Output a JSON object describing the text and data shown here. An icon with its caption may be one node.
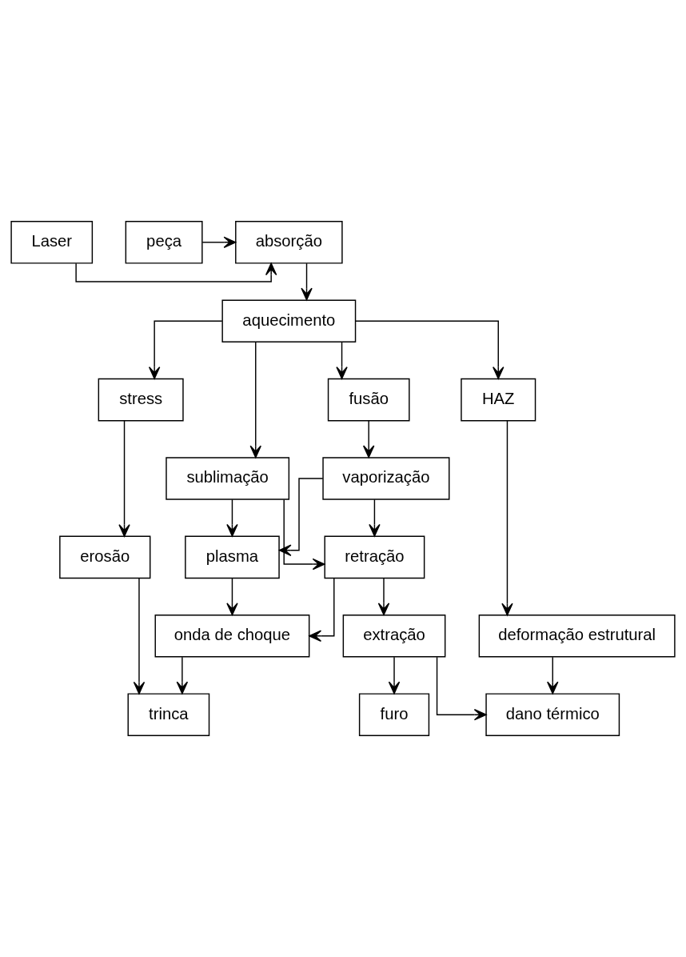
{
  "diagram": {
    "nodes": [
      {
        "text": [
          "Laser"
        ]
      },
      {
        "text": [
          "absorção"
        ]
      },
      {
        "text": [
          "peça"
        ]
      },
      {
        "text": [
          "aquecimento"
        ]
      },
      {
        "text": [
          "stress"
        ]
      },
      {
        "text": [
          "fusão"
        ]
      },
      {
        "text": [
          "sublimação"
        ]
      },
      {
        "text": [
          "HAZ"
        ]
      },
      {
        "text": [
          "erosão"
        ]
      },
      {
        "text": [
          "vaporização"
        ]
      },
      {
        "text": [
          "plasma"
        ]
      },
      {
        "text": [
          "retração"
        ]
      },
      {
        "text": [
          "deformação estrutural"
        ]
      },
      {
        "text": [
          "trinca"
        ]
      },
      {
        "text": [
          "onda de choque"
        ]
      },
      {
        "text": [
          "extração"
        ]
      },
      {
        "text": [
          "dano térmico"
        ]
      },
      {
        "text": [
          "furo"
        ]
      }
    ],
    "edges": [
      {
        "from": 0,
        "to": 1,
        "arrow": "to"
      },
      {
        "from": 2,
        "to": 1,
        "arrow": "to"
      },
      {
        "from": 1,
        "to": 3,
        "arrow": "to"
      },
      {
        "from": 3,
        "to": 4,
        "arrow": "to"
      },
      {
        "from": 3,
        "to": 5,
        "arrow": "to"
      },
      {
        "from": 3,
        "to": 6,
        "arrow": "to"
      },
      {
        "from": 3,
        "to": 7,
        "arrow": "to"
      },
      {
        "from": 4,
        "to": 8,
        "arrow": "to"
      },
      {
        "from": 5,
        "to": 9,
        "arrow": "to"
      },
      {
        "from": 6,
        "to": 10,
        "arrow": "to"
      },
      {
        "from": 6,
        "to": 11,
        "arrow": "to"
      },
      {
        "from": 9,
        "to": 10,
        "arrow": "to"
      },
      {
        "from": 9,
        "to": 11,
        "arrow": "to"
      },
      {
        "from": 7,
        "to": 12,
        "arrow": "to"
      },
      {
        "from": 8,
        "to": 13,
        "arrow": "to"
      },
      {
        "from": 10,
        "to": 14,
        "arrow": "to"
      },
      {
        "from": 11,
        "to": 14,
        "arrow": "to"
      },
      {
        "from": 14,
        "to": 13,
        "arrow": "to"
      },
      {
        "from": 11,
        "to": 15,
        "arrow": "to"
      },
      {
        "from": 12,
        "to": 16,
        "arrow": "to"
      },
      {
        "from": 15,
        "to": 16,
        "arrow": "to"
      },
      {
        "from": 15,
        "to": 17,
        "arrow": "to"
      }
    ]
  }
}
